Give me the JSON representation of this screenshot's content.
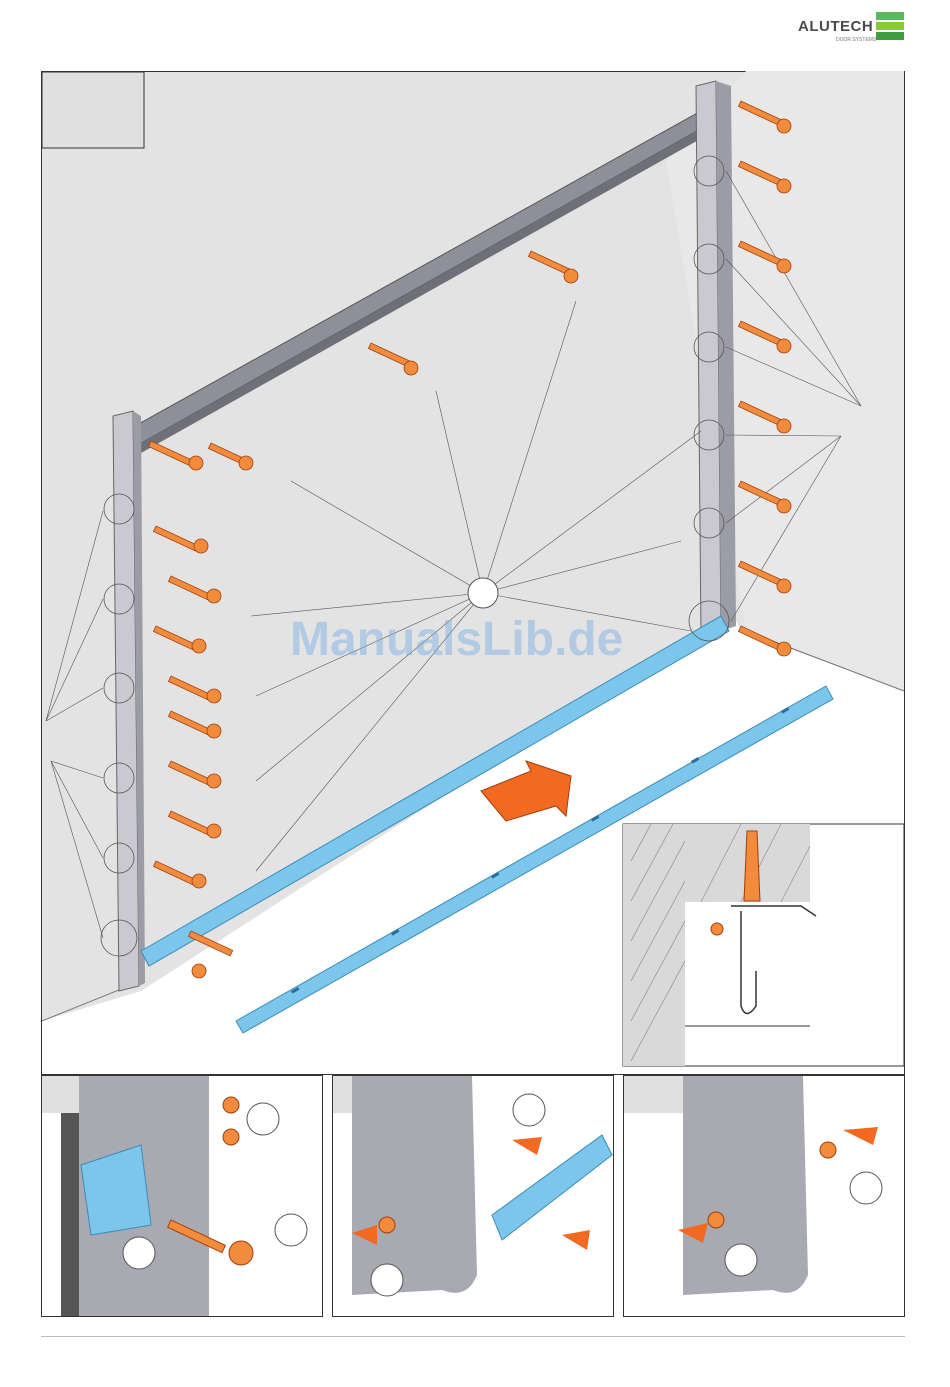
{
  "brand": {
    "name": "ALUTECH",
    "tagline": "DOOR SYSTEMS"
  },
  "watermark": "ManualsLib.de",
  "colors": {
    "accent_orange": "#f26a21",
    "profile_blue": "#7cc6ec",
    "frame_grey": "#9a9aa4",
    "wall_grey": "#e4e4e4",
    "logo_green": "#5cb85c"
  },
  "icons": [
    "screw-anchor-icon",
    "arrow-icon",
    "bolt-icon",
    "callout-circle-icon"
  ]
}
